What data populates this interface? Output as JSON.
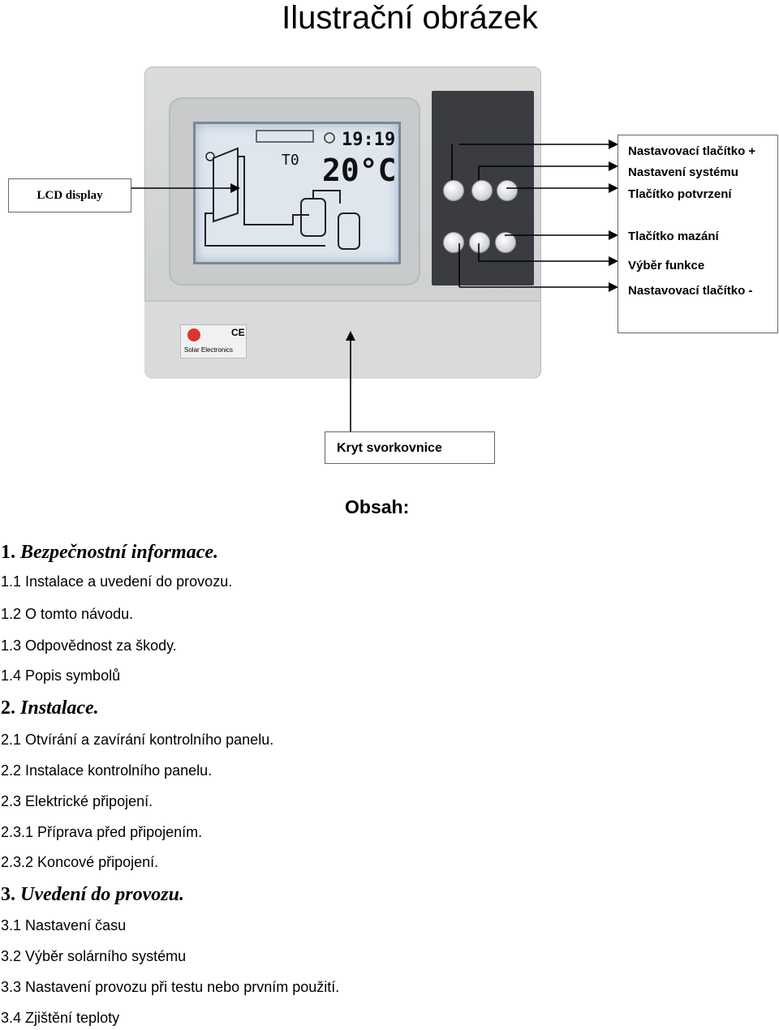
{
  "page_title": "Ilustrační obrázek",
  "callouts": {
    "lcd_display": "LCD display",
    "buttons": [
      "Nastavovací tlačítko +",
      "Nastavení systému",
      "Tlačítko potvrzení",
      "Tlačítko mazání",
      "Výběr funkce",
      "Nastavovací tlačítko -"
    ],
    "terminal_cover": "Kryt svorkovnice"
  },
  "device": {
    "lcd_time": "19:19",
    "lcd_temp": "20°C",
    "lcd_sensor": "T0",
    "brand": "Solar Electronics",
    "ce_mark": "CE"
  },
  "toc_heading": "Obsah:",
  "toc": [
    {
      "num": "1.",
      "text": "Bezpečnostní informace.",
      "level": 1
    },
    {
      "num": "1.1",
      "text": "Instalace a uvedení do provozu.",
      "level": 2
    },
    {
      "num": "1.2",
      "text": "O tomto návodu.",
      "level": 2
    },
    {
      "num": "1.3",
      "text": "Odpovědnost za škody.",
      "level": 2
    },
    {
      "num": "1.4",
      "text": "Popis symbolů",
      "level": 2
    },
    {
      "num": "2.",
      "text": "Instalace.",
      "level": 1
    },
    {
      "num": "2.1",
      "text": "Otvírání a zavírání kontrolního panelu.",
      "level": 2
    },
    {
      "num": "2.2",
      "text": "Instalace kontrolního panelu.",
      "level": 2
    },
    {
      "num": "2.3",
      "text": "Elektrické připojení.",
      "level": 2
    },
    {
      "num": "2.3.1",
      "text": "Příprava před připojením.",
      "level": 2
    },
    {
      "num": "2.3.2",
      "text": "Koncové připojení.",
      "level": 2
    },
    {
      "num": "3.",
      "text": "Uvedení do provozu.",
      "level": 1
    },
    {
      "num": "3.1",
      "text": "Nastavení času",
      "level": 2
    },
    {
      "num": "3.2",
      "text": "Výběr solárního systému",
      "level": 2
    },
    {
      "num": "3.3",
      "text": "Nastavení provozu při testu nebo prvním použití.",
      "level": 2
    },
    {
      "num": "3.4",
      "text": "Zjištění teploty",
      "level": 2
    }
  ]
}
